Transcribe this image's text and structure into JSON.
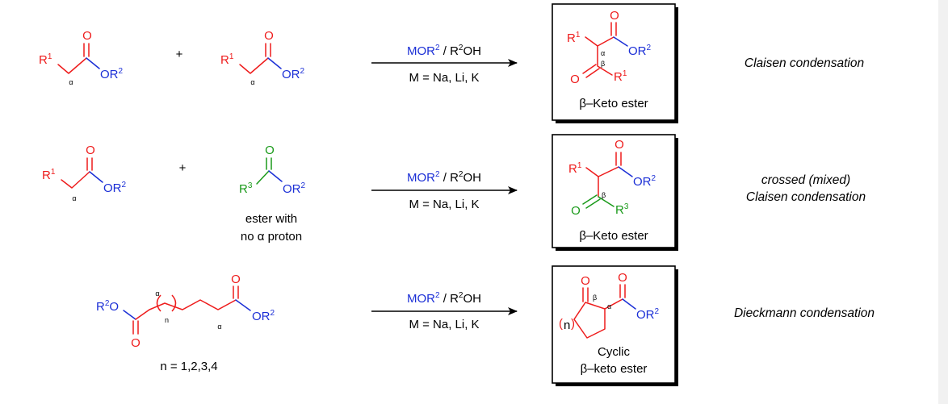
{
  "colors": {
    "red": "#ee1c1c",
    "blue": "#1b2fd6",
    "green": "#1a9a1a",
    "black": "#000000",
    "strip": "#f1f1f1"
  },
  "atoms": {
    "R": "R",
    "O": "O",
    "OR": "OR",
    "one": "1",
    "two": "2",
    "three": "3",
    "alpha": "α",
    "beta": "β",
    "n": "n",
    "paren_open": "(",
    "paren_close": ")"
  },
  "plus": "+",
  "conditions": {
    "reagent_a": "MOR",
    "reagent_sup": "2",
    "reagent_slash": " / R",
    "reagent_b": "OH",
    "metals": "M = Na, Li, K"
  },
  "rows": {
    "claisen": {
      "product_caption": "β–Keto ester",
      "reaction_name": "Claisen condensation"
    },
    "crossed": {
      "partner_note_line1": "ester with",
      "partner_note_line2_pre": "no ",
      "partner_note_line2_alpha": "α",
      "partner_note_line2_post": " proton",
      "product_caption": "β–Keto ester",
      "reaction_name_line1": "crossed (mixed)",
      "reaction_name_line2": "Claisen condensation"
    },
    "dieckmann": {
      "n_values": "n = 1,2,3,4",
      "product_caption_line1": "Cyclic",
      "product_caption_line2": "β–keto ester",
      "reaction_name": "Dieckmann condensation"
    }
  }
}
